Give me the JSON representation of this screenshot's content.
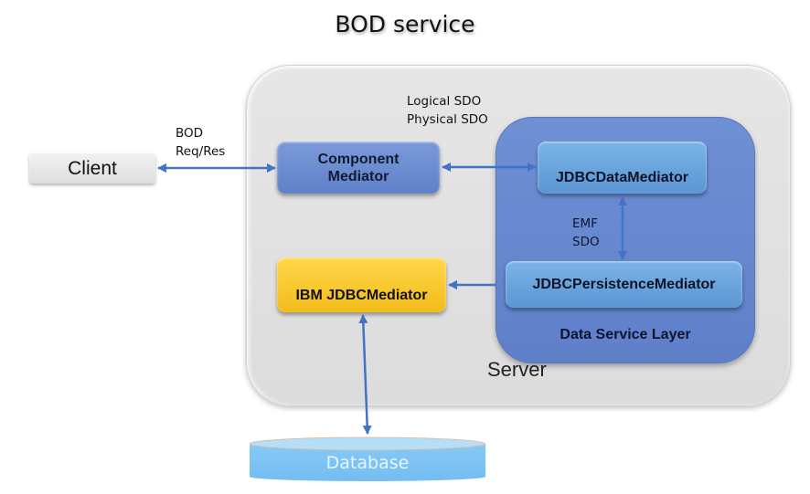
{
  "title": "BOD service",
  "server": {
    "label": "Server"
  },
  "data_service_layer": {
    "label": "Data Service Layer"
  },
  "nodes": {
    "client": "Client",
    "component_mediator_line1": "Component",
    "component_mediator_line2": "Mediator",
    "jdbc_data_mediator": "JDBCDataMediator",
    "jdbc_persistence_mediator": "JDBCPersistenceMediator",
    "ibm_jdbc_mediator": "IBM JDBCMediator",
    "database": "Database"
  },
  "annotations": {
    "bod_line1": "BOD",
    "bod_line2": "Req/Res",
    "sdo_line1": "Logical SDO",
    "sdo_line2": "Physical SDO",
    "emf_line1": "EMF",
    "emf_line2": "SDO"
  },
  "colors": {
    "arrow": "#4472c4",
    "server_bg": "#e0e0e0",
    "data_service_layer": "#6585cc",
    "mediator_blue": "#6a8bd0",
    "mediator_light_blue": "#6aa4dd",
    "ibm_yellow": "#f7c830",
    "database": "#7cc4f5"
  }
}
